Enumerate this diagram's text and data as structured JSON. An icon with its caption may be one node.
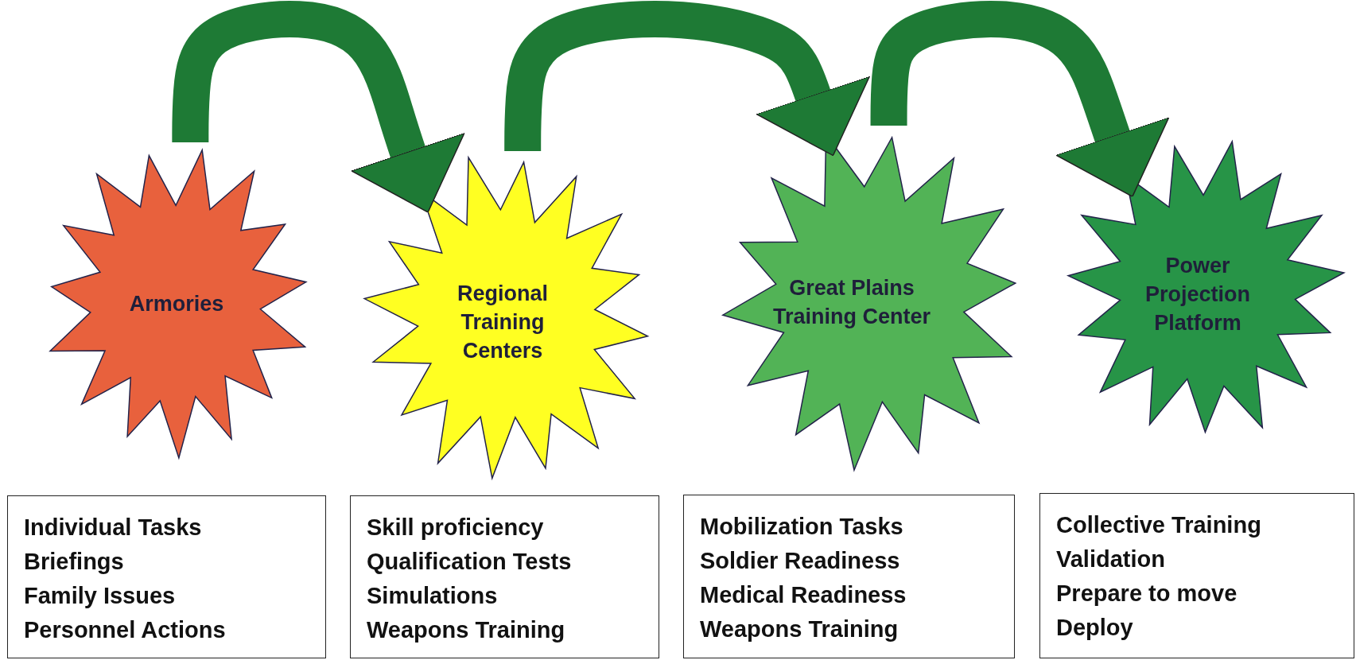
{
  "diagram": {
    "nodes": [
      {
        "text": [
          "Armories"
        ]
      },
      {
        "text": [
          "Regional Training Centers"
        ]
      },
      {
        "text": [
          "Great Plains Training Center"
        ]
      },
      {
        "text": [
          "Power Projection Platform"
        ]
      },
      {
        "text": [
          "Individual Tasks",
          "Briefings",
          "Family Issues",
          "Personnel Actions"
        ]
      },
      {
        "text": [
          "Skill proficiency",
          "Qualification Tests",
          "Simulations",
          "Weapons Training"
        ]
      },
      {
        "text": [
          "Mobilization Tasks",
          "Soldier Readiness",
          "Medical Readiness",
          "Weapons Training"
        ]
      },
      {
        "text": [
          "Collective Training",
          "Validation",
          "Prepare to move",
          "Deploy"
        ]
      }
    ],
    "edges": [
      {
        "from": 0,
        "to": 1,
        "arrow": "to"
      },
      {
        "from": 1,
        "to": 2,
        "arrow": "to"
      },
      {
        "from": 2,
        "to": 3,
        "arrow": "to"
      }
    ]
  }
}
